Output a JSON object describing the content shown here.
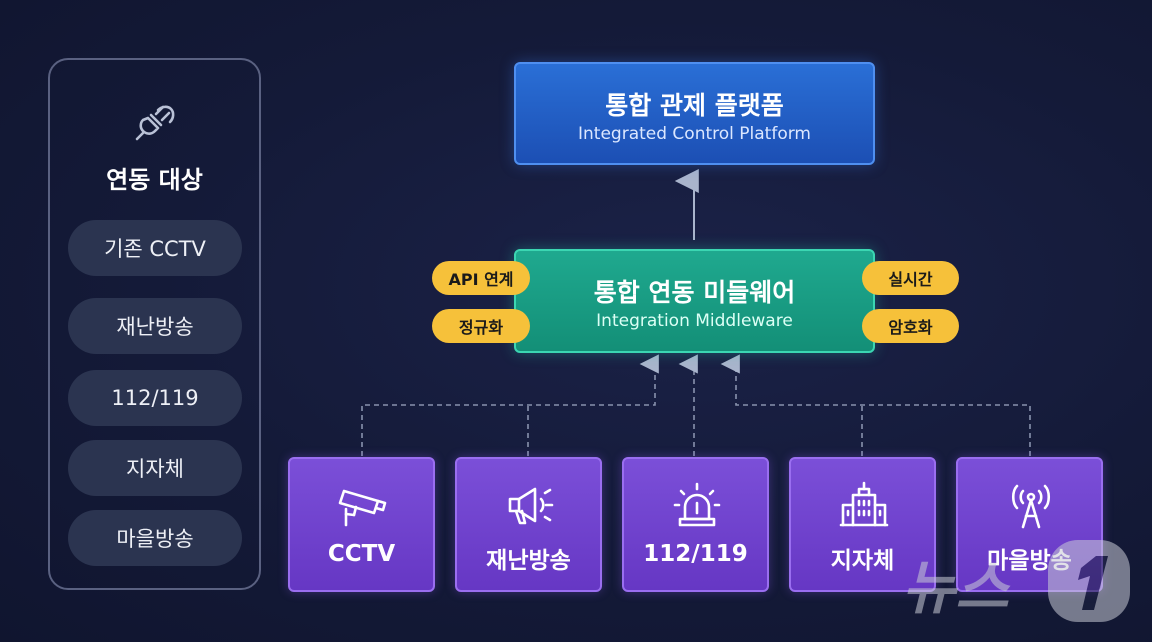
{
  "left_panel": {
    "icon": "plug-icon",
    "title": "연동 대상",
    "items": [
      "기존 CCTV",
      "재난방송",
      "112/119",
      "지자체",
      "마을방송"
    ]
  },
  "platform": {
    "title_ko": "통합 관제 플랫폼",
    "title_en": "Integrated Control Platform",
    "color": "#2a6fd6"
  },
  "middleware": {
    "title_ko": "통합 연동 미들웨어",
    "title_en": "Integration Middleware",
    "color": "#1fa98f",
    "tags_left": [
      "API 연계",
      "정규화"
    ],
    "tags_right": [
      "실시간",
      "암호화"
    ],
    "tag_color": "#f6c13a"
  },
  "sources": [
    {
      "label": "CCTV",
      "icon": "cctv-camera-icon"
    },
    {
      "label": "재난방송",
      "icon": "megaphone-icon"
    },
    {
      "label": "112/119",
      "icon": "siren-icon"
    },
    {
      "label": "지자체",
      "icon": "building-icon"
    },
    {
      "label": "마을방송",
      "icon": "antenna-icon"
    }
  ],
  "source_color": "#7b4fd8",
  "watermark": "뉴스1"
}
